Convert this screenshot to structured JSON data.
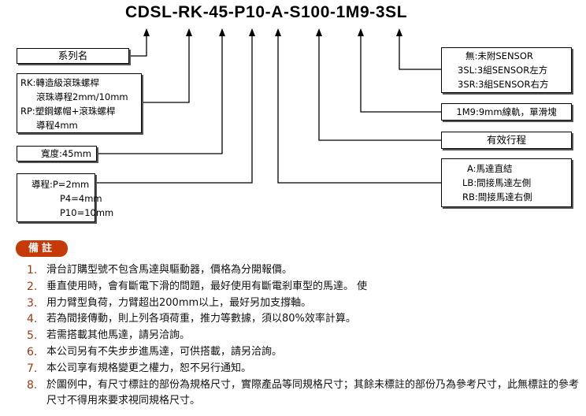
{
  "model_code": "CDSL-RK-45-P10-A-S100-1M9-3SL",
  "left_boxes": {
    "series": "系列名",
    "type_lines": [
      "RK:轉造級滾珠螺桿",
      "滾珠導程2mm/10mm",
      "RP:塑鋼螺帽+滾珠螺桿",
      "導程4mm"
    ],
    "width": "寬度:45mm",
    "lead_lines": [
      "導程:P=2mm",
      "P4=4mm",
      "P10=10mm"
    ]
  },
  "right_boxes": {
    "sensor_lines": [
      "無:未附SENSOR",
      "3SL:3組SENSOR左方",
      "3SR:3組SENSOR右方"
    ],
    "rail": "1M9:9mm線軌，單滑塊",
    "stroke": "有效行程",
    "motor_lines": [
      "A:馬達直結",
      "LB:間接馬達左側",
      "RB:間接馬達右側"
    ]
  },
  "notes_title": "備註",
  "notes": [
    {
      "num": "1.",
      "text": "滑台訂購型號不包含馬達與驅動器，價格為分開報價。"
    },
    {
      "num": "2.",
      "text": "垂直使用時，會有斷電下滑的問題，最好使用有斷電剎車型的馬達。 使"
    },
    {
      "num": "3.",
      "text": "用力臂型負荷，力臂超出200mm以上，最好另加支撐軸。"
    },
    {
      "num": "4.",
      "text": "若為間接傳動，則上列各項荷重，推力等數據，須以80%效率計算。"
    },
    {
      "num": "5.",
      "text": "若需搭載其他馬達，請另洽詢。"
    },
    {
      "num": "6.",
      "text": "本公司另有不失步步進馬達，可供搭載，請另洽詢。"
    },
    {
      "num": "7.",
      "text": "本公司享有規格變更之權力，恕不另行通知。"
    },
    {
      "num": "8.",
      "text": "於圖例中，有尺寸標註的部份為規格尺寸，實際產品等同規格尺寸；其餘未標註的部份乃為參考尺寸，此無標註的參考尺寸不得用來要求視同規格尺寸。"
    }
  ],
  "colors": {
    "badge": "#c63a08",
    "note_number": "#9a3a14"
  }
}
